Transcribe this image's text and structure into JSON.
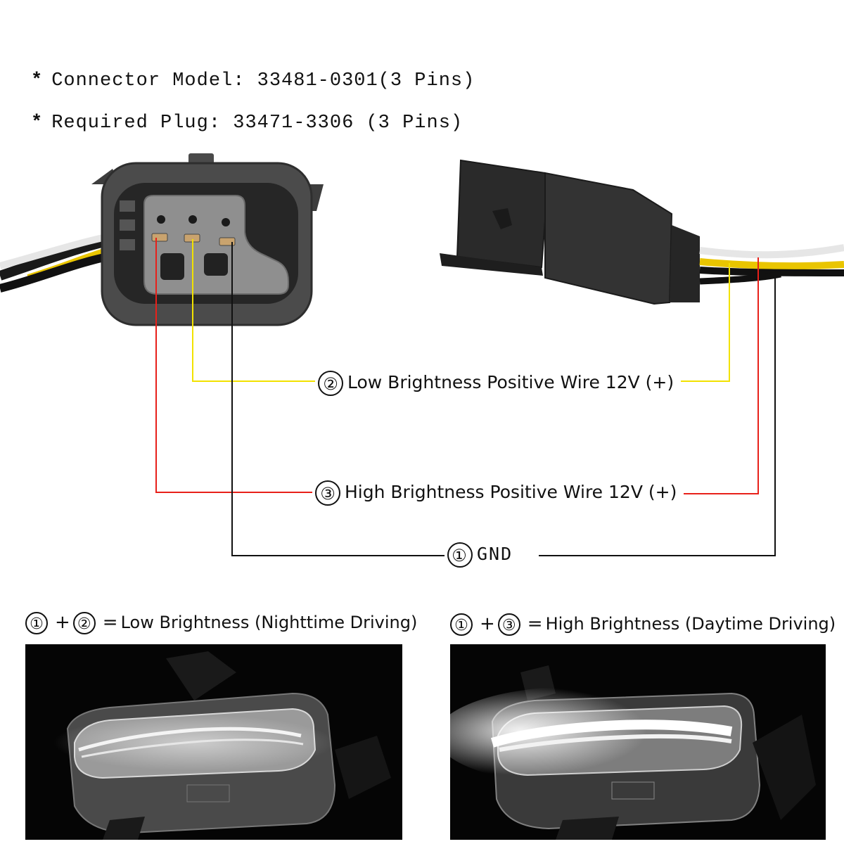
{
  "specs": {
    "connector_model": "Connector Model: 33481-0301(3 Pins)",
    "required_plug": "Required Plug: 33471-3306 (3 Pins)",
    "bullet": "*"
  },
  "wires": {
    "low": {
      "number": "②",
      "text": "Low Brightness Positive Wire 12V (+)",
      "color": "#f2e200"
    },
    "high": {
      "number": "③",
      "text": "High Brightness Positive Wire 12V (+)",
      "color": "#e8201a"
    },
    "gnd": {
      "number": "①",
      "text": "GND",
      "color": "#111111"
    }
  },
  "combos": {
    "low": {
      "a": "①",
      "plus": "+",
      "b": "②",
      "eq": "=",
      "text": "Low Brightness (Nighttime Driving)"
    },
    "high": {
      "a": "①",
      "plus": "+",
      "b": "③",
      "eq": "=",
      "text": "High Brightness (Daytime Driving)"
    }
  },
  "images": {
    "connector_socket": "connector-socket-3pin",
    "connector_plug": "connector-plug-3pin",
    "lamp_low": "drl-lamp-low-brightness",
    "lamp_high": "drl-lamp-high-brightness"
  }
}
